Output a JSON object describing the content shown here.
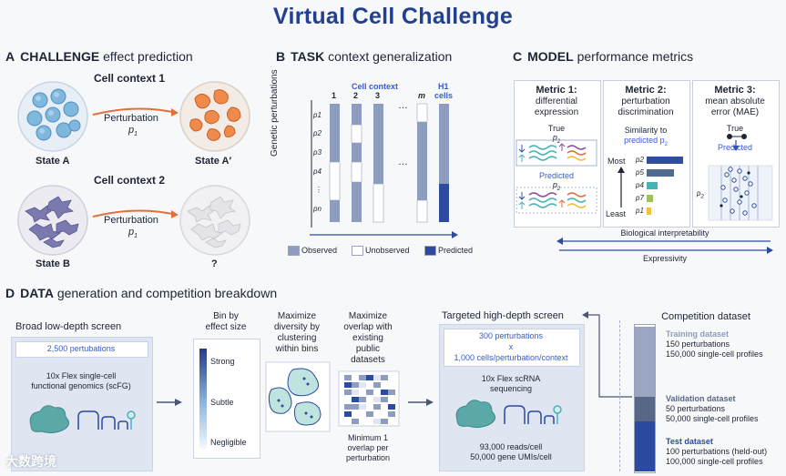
{
  "title": "Virtual Cell Challenge",
  "panel_a": {
    "letter": "A",
    "keyword": "CHALLENGE",
    "rest": "effect prediction",
    "ctx1": "Cell context 1",
    "ctx2": "Cell context 2",
    "perturbation1": "Perturbation",
    "p1_label_1": "p",
    "p1_sub_1": "1",
    "perturbation2": "Perturbation",
    "p1_label_2": "p",
    "p1_sub_2": "1",
    "state_a": "State A",
    "state_a_prime": "State A′",
    "state_b": "State B",
    "question": "?"
  },
  "panel_b": {
    "letter": "B",
    "keyword": "TASK",
    "rest": "context generalization",
    "cell_context": "Cell context",
    "col1": "1",
    "col2": "2",
    "col3": "3",
    "colm": "m",
    "h1": "H1",
    "cells": "cells",
    "yaxis": "Genetic perturbations",
    "rows": [
      "p1",
      "p2",
      "p3",
      "p4",
      "⋮",
      "pn"
    ],
    "dots": "…",
    "legend_observed": "Observed",
    "legend_unobserved": "Unobserved",
    "legend_predicted": "Predicted"
  },
  "panel_c": {
    "letter": "C",
    "keyword": "MODEL",
    "rest": "performance metrics",
    "m1_title": "Metric 1:",
    "m1_sub1": "differential",
    "m1_sub2": "expression",
    "m1_true": "True",
    "m1_pred": "Predicted",
    "m1_p": "p",
    "m1_psub": "2",
    "m2_title": "Metric 2:",
    "m2_sub1": "perturbation",
    "m2_sub2": "discrimination",
    "m2_sim": "Similarity to",
    "m2_pred": "predicted p",
    "m2_predsub": "2",
    "m2_most": "Most",
    "m2_least": "Least",
    "m2_bars": [
      {
        "label": "p2",
        "color": "#2f4f9e"
      },
      {
        "label": "p5",
        "color": "#4f6c8f"
      },
      {
        "label": "p4",
        "color": "#47b3b6"
      },
      {
        "label": "p7",
        "color": "#9cc35e"
      },
      {
        "label": "p1",
        "color": "#f0c23b"
      }
    ],
    "m3_title": "Metric 3:",
    "m3_sub1": "mean absolute",
    "m3_sub2": "error (MAE)",
    "m3_true": "True",
    "m3_pred": "Predicted",
    "m3_p": "p",
    "m3_psub": "2",
    "bio": "Biological interpretability",
    "expressivity": "Expressivity"
  },
  "panel_d": {
    "letter": "D",
    "keyword": "DATA",
    "rest": "generation and competition breakdown",
    "broad_title": "Broad low-depth screen",
    "broad_count": "2,500 pertubations",
    "broad_tech1": "10x Flex single-cell",
    "broad_tech2": "functional genomics (scFG)",
    "bin_title1": "Bin by",
    "bin_title2": "effect size",
    "strong": "Strong",
    "subtle": "Subtle",
    "negligible": "Negligible",
    "div_title1": "Maximize",
    "div_title2": "diversity by",
    "div_title3": "clustering",
    "div_title4": "within bins",
    "ov_title1": "Maximize",
    "ov_title2": "overlap with",
    "ov_title3": "existing",
    "ov_title4": "public",
    "ov_title5": "datasets",
    "ov_min1": "Minimum 1",
    "ov_min2": "overlap per",
    "ov_min3": "perturbation",
    "tgt_title": "Targeted high-depth screen",
    "tgt_line1": "300 perturbations",
    "tgt_line2": "x",
    "tgt_line3": "1,000 cells/perturbation/context",
    "tgt_tech1": "10x Flex scRNA",
    "tgt_tech2": "sequencing",
    "tgt_reads": "93,000 reads/cell",
    "tgt_umis": "50,000 gene UMIs/cell",
    "comp_title": "Competition dataset",
    "train_title": "Training dataset",
    "train_1": "150 perturbations",
    "train_2": "150,000 single-cell profiles",
    "val_title": "Validation dataset",
    "val_1": "50 perturbations",
    "val_2": "50,000 single-cell profiles",
    "test_title": "Test dataset",
    "test_1": "100 perturbations (held-out)",
    "test_2": "100,000 single-cell profiles"
  },
  "watermark": "大数跨境",
  "colors": {
    "title": "#23408e",
    "observed": "#8e9cbd",
    "predicted": "#2c4aa0",
    "accent": "#3a5ad1"
  }
}
